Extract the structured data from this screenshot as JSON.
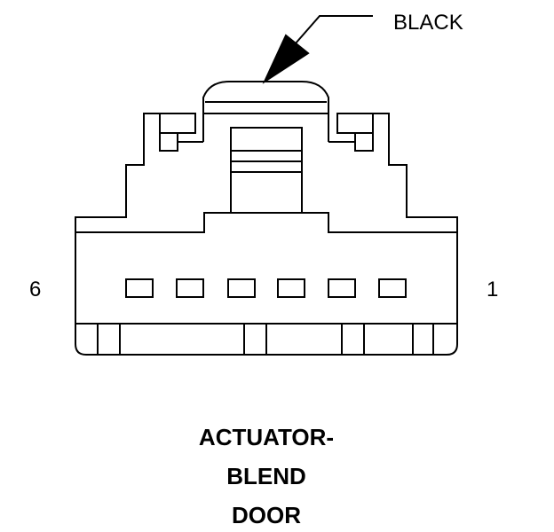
{
  "callout": {
    "label": "BLACK"
  },
  "pins": {
    "left_label": "6",
    "right_label": "1",
    "cavity_count": 6
  },
  "title": {
    "line1": "ACTUATOR-",
    "line2": "BLEND",
    "line3": "DOOR"
  },
  "colors": {
    "stroke": "#000000",
    "background": "#ffffff"
  }
}
